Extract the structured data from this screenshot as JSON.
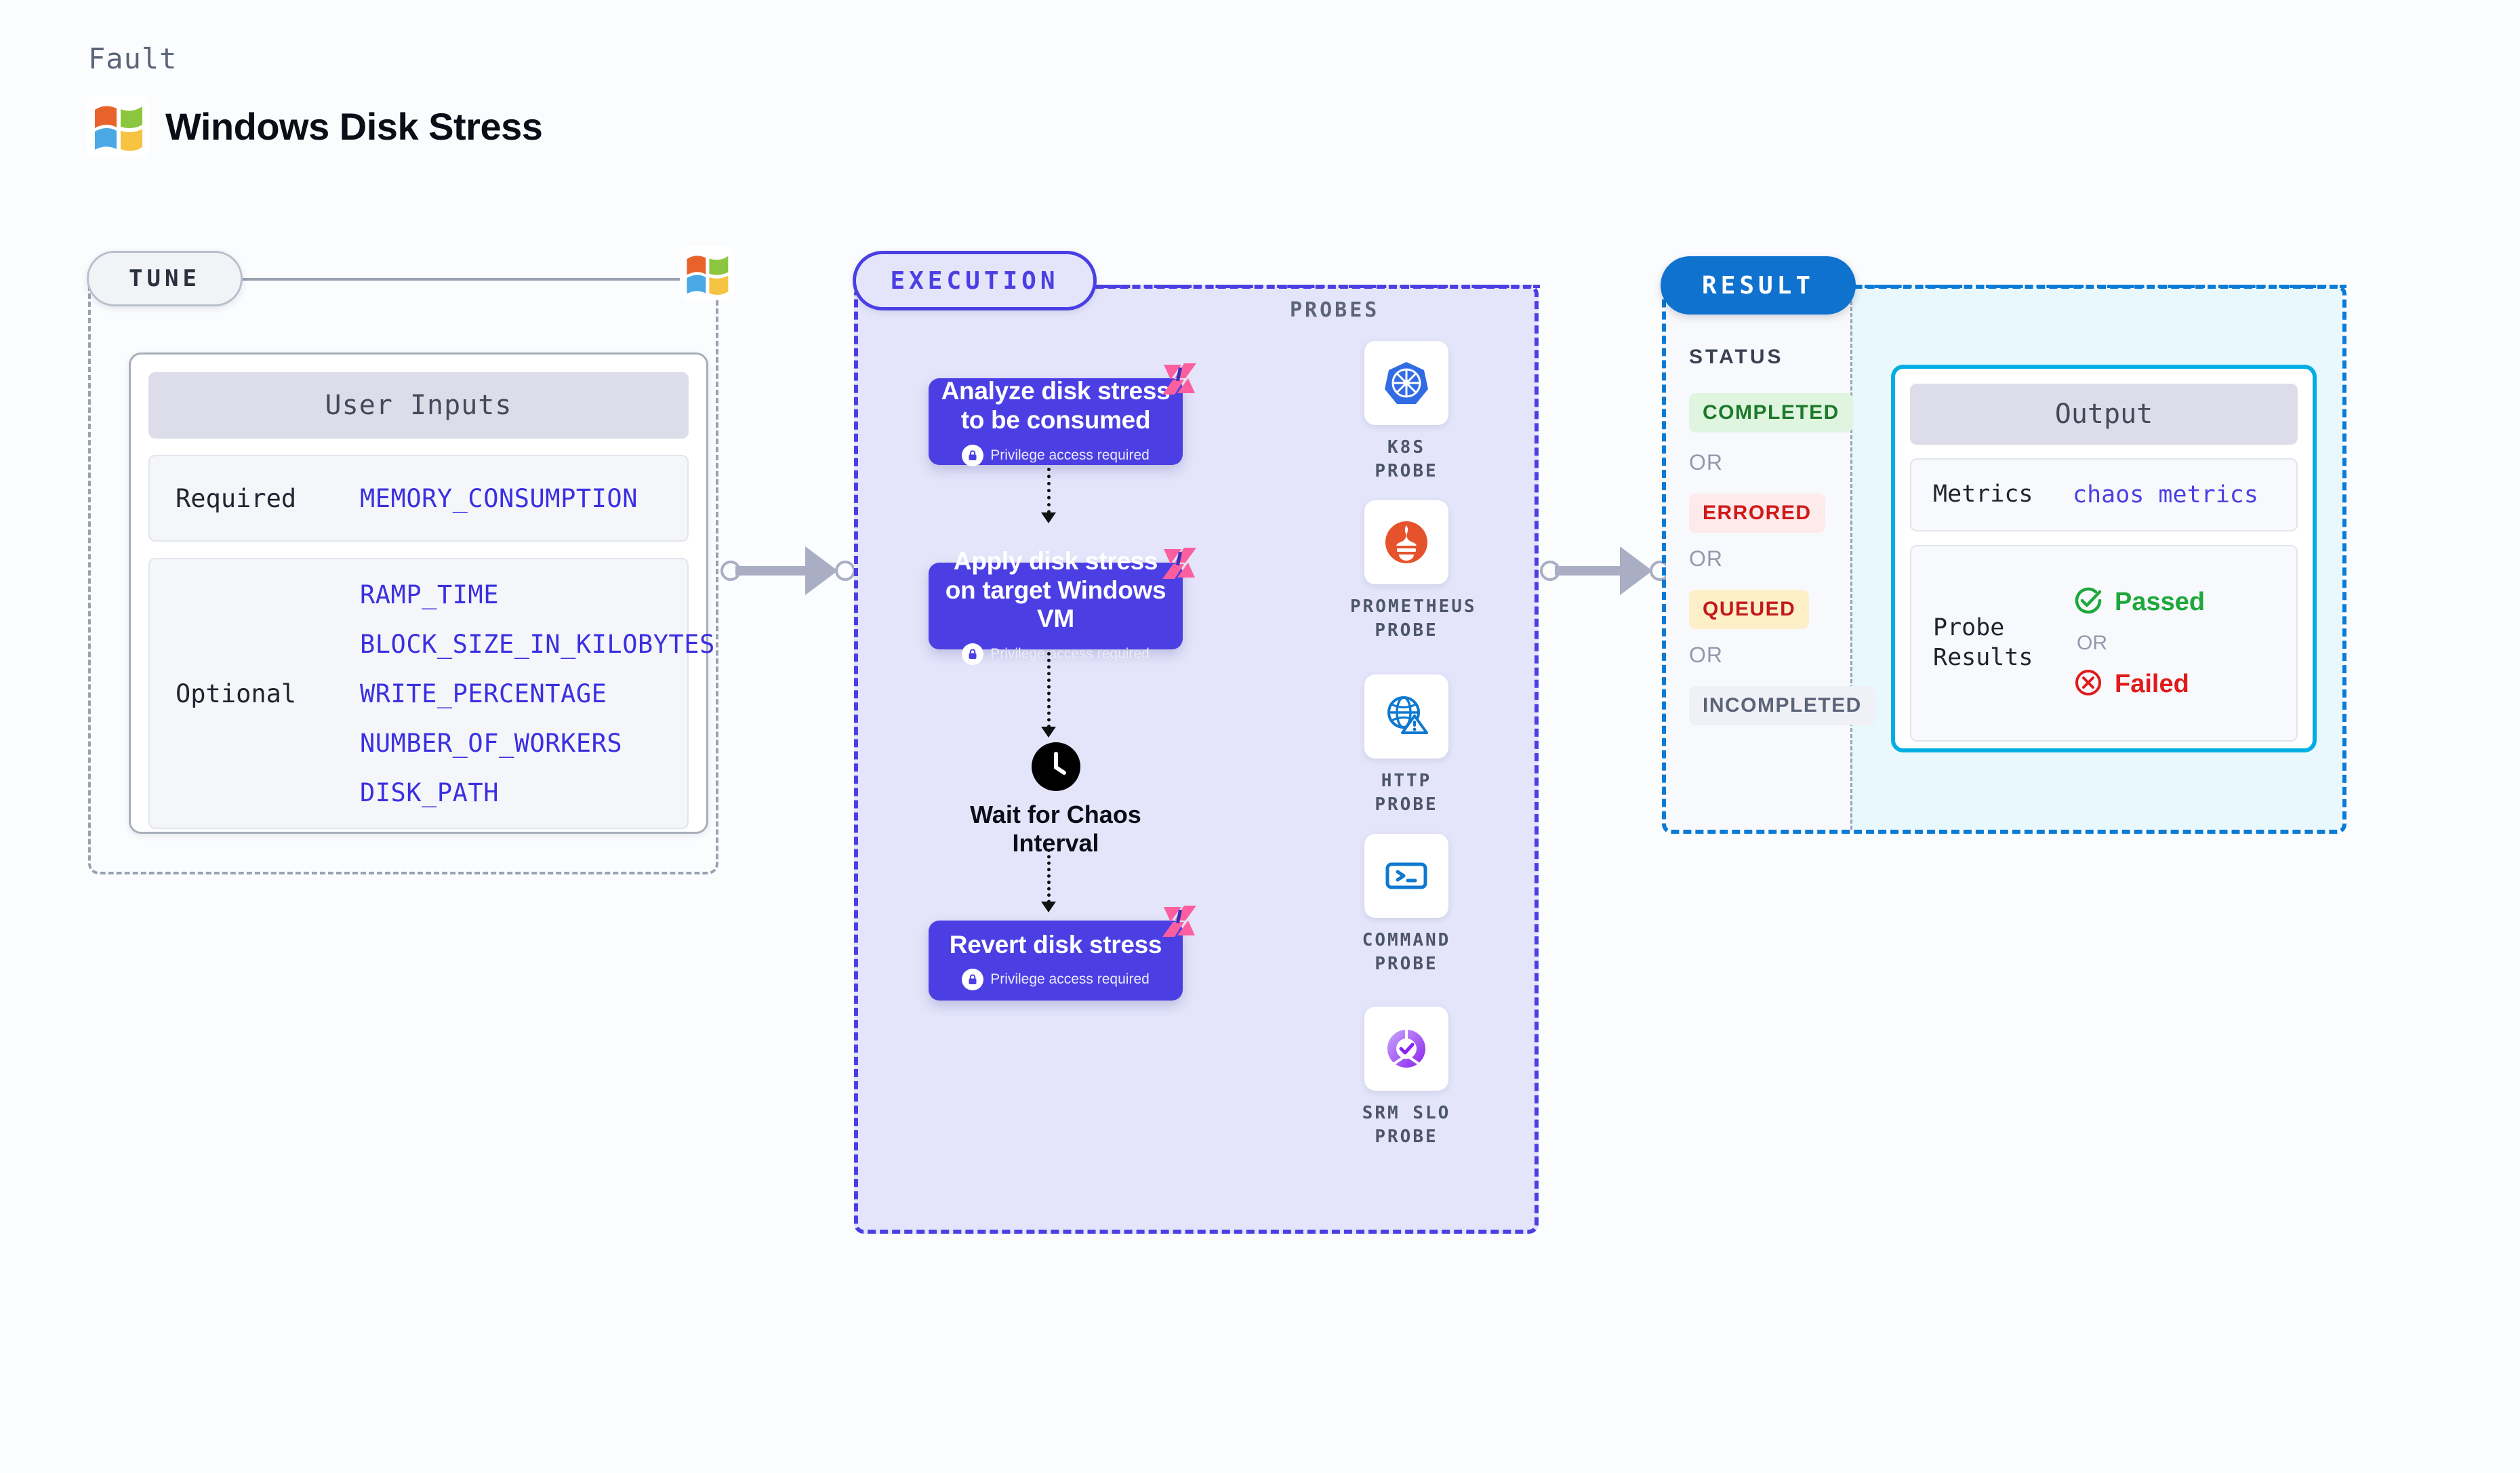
{
  "header": {
    "eyebrow": "Fault",
    "title": "Windows Disk Stress",
    "logo_icon": "windows-logo-icon"
  },
  "tune": {
    "badge": "TUNE",
    "logo_icon": "windows-logo-icon",
    "panel_title": "User Inputs",
    "groups": [
      {
        "label": "Required",
        "values": [
          "MEMORY_CONSUMPTION"
        ]
      },
      {
        "label": "Optional",
        "values": [
          "RAMP_TIME",
          "BLOCK_SIZE_IN_KILOBYTES",
          "WRITE_PERCENTAGE",
          "NUMBER_OF_WORKERS",
          "DISK_PATH"
        ]
      }
    ]
  },
  "execution": {
    "badge": "EXECUTION",
    "steps": [
      {
        "title": "Analyze disk stress to be consumed",
        "privilege": "Privilege access required",
        "lock_icon": "lock-icon",
        "chaos_icon": "litmus-chaos-icon"
      },
      {
        "title": "Apply disk stress on target Windows VM",
        "privilege": "Privilege access required",
        "lock_icon": "lock-icon",
        "chaos_icon": "litmus-chaos-icon"
      },
      {
        "title": "Revert disk stress",
        "privilege": "Privilege access required",
        "lock_icon": "lock-icon",
        "chaos_icon": "litmus-chaos-icon"
      }
    ],
    "wait": {
      "label": "Wait for Chaos Interval",
      "icon": "clock-icon"
    }
  },
  "probes": {
    "title": "PROBES",
    "items": [
      {
        "name": "K8S PROBE",
        "icon": "kubernetes-icon"
      },
      {
        "name": "PROMETHEUS\nPROBE",
        "icon": "prometheus-icon"
      },
      {
        "name": "HTTP PROBE",
        "icon": "http-globe-warning-icon"
      },
      {
        "name": "COMMAND\nPROBE",
        "icon": "terminal-icon"
      },
      {
        "name": "SRM SLO\nPROBE",
        "icon": "srm-slo-donut-icon"
      }
    ]
  },
  "result": {
    "badge": "RESULT",
    "status_title": "STATUS",
    "or_label": "OR",
    "statuses": [
      {
        "label": "COMPLETED",
        "bg": "#dff5e0",
        "fg": "#1d7a2a"
      },
      {
        "label": "ERRORED",
        "bg": "#fdeaea",
        "fg": "#d01919"
      },
      {
        "label": "QUEUED",
        "bg": "#fdf0c8",
        "fg": "#c41a1a"
      },
      {
        "label": "INCOMPLETED",
        "bg": "#f0f1f6",
        "fg": "#5b6478"
      }
    ],
    "output": {
      "title": "Output",
      "metrics_label": "Metrics",
      "metrics_value": "chaos metrics",
      "probe_results_label": "Probe\nResults",
      "passed_label": "Passed",
      "passed_icon": "check-circle-icon",
      "failed_label": "Failed",
      "failed_icon": "x-circle-icon",
      "or_label": "OR"
    }
  },
  "colors": {
    "accent_purple": "#4b3fe4",
    "accent_blue": "#0f72ce",
    "accent_cyan": "#00aee4",
    "chaos_pink": "#fc5e9e",
    "passed_green": "#1ea83c",
    "failed_red": "#e01b1b"
  }
}
